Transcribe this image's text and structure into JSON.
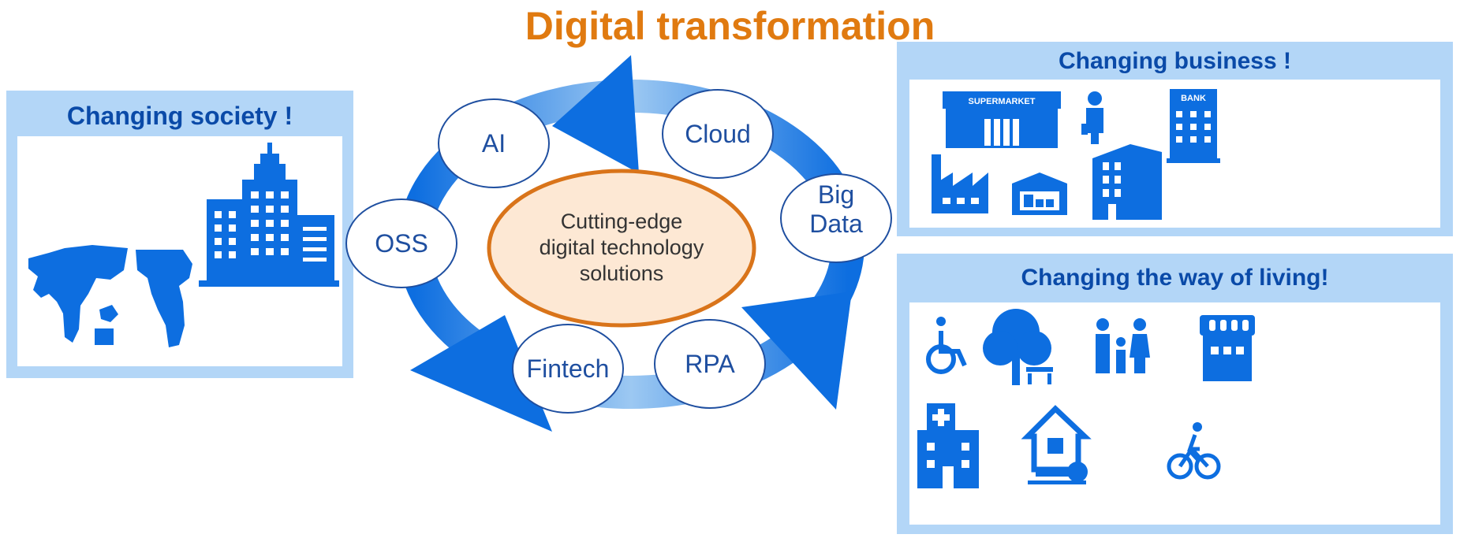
{
  "title": "Digital transformation",
  "colors": {
    "accent": "#e07a10",
    "brand_blue": "#0d6ee0",
    "panel_bg": "#b3d6f7",
    "panel_title": "#0a4aa8",
    "center_fill": "#fde8d4",
    "center_border": "#d9741a"
  },
  "center": {
    "lines": [
      "Cutting-edge",
      "digital technology",
      "solutions"
    ]
  },
  "nodes": [
    {
      "label_lines": [
        "AI"
      ]
    },
    {
      "label_lines": [
        "Cloud"
      ]
    },
    {
      "label_lines": [
        "Big",
        "Data"
      ]
    },
    {
      "label_lines": [
        "RPA"
      ]
    },
    {
      "label_lines": [
        "Fintech"
      ]
    },
    {
      "label_lines": [
        "OSS"
      ]
    }
  ],
  "panels": {
    "society": {
      "title": "Changing society !",
      "icons": [
        "world-map-icon",
        "city-buildings-icon"
      ]
    },
    "business": {
      "title": "Changing business !",
      "supermarket_sign": "SUPERMARKET",
      "bank_sign": "BANK",
      "icons": [
        "supermarket-icon",
        "businessman-icon",
        "bank-icon",
        "factory-icon",
        "warehouse-icon",
        "office-building-icon"
      ]
    },
    "living": {
      "title": "Changing the way of living!",
      "icons": [
        "wheelchair-icon",
        "park-tree-bench-icon",
        "family-icon",
        "shop-icon",
        "hospital-icon",
        "house-icon",
        "cyclist-icon"
      ]
    }
  }
}
